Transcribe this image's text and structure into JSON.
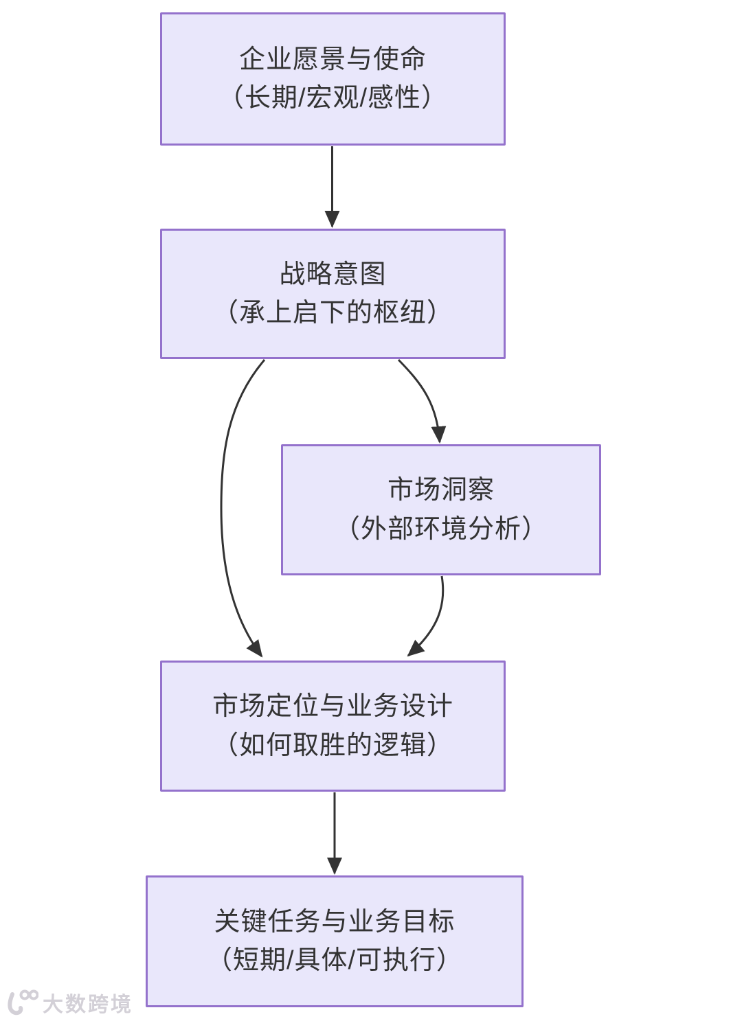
{
  "diagram": {
    "type": "flowchart",
    "background": "#FFFFFF",
    "colors": {
      "node_fill": "#E9E7FB",
      "node_border": "#9472CC",
      "arrow": "#333333",
      "text": "#333333"
    },
    "nodes": [
      {
        "id": "vision",
        "line1": "企业愿景与使命",
        "line2": "（长期/宏观/感性）"
      },
      {
        "id": "intent",
        "line1": "战略意图",
        "line2": "（承上启下的枢纽）"
      },
      {
        "id": "insight",
        "line1": "市场洞察",
        "line2": "（外部环境分析）"
      },
      {
        "id": "design",
        "line1": "市场定位与业务设计",
        "line2": "（如何取胜的逻辑）"
      },
      {
        "id": "tasks",
        "line1": "关键任务与业务目标",
        "line2": "（短期/具体/可执行）"
      }
    ],
    "edges": [
      {
        "from": "vision",
        "to": "intent"
      },
      {
        "from": "intent",
        "to": "insight"
      },
      {
        "from": "intent",
        "to": "design"
      },
      {
        "from": "insight",
        "to": "design"
      },
      {
        "from": "design",
        "to": "tasks"
      }
    ]
  },
  "watermark": {
    "text": "大数跨境"
  }
}
